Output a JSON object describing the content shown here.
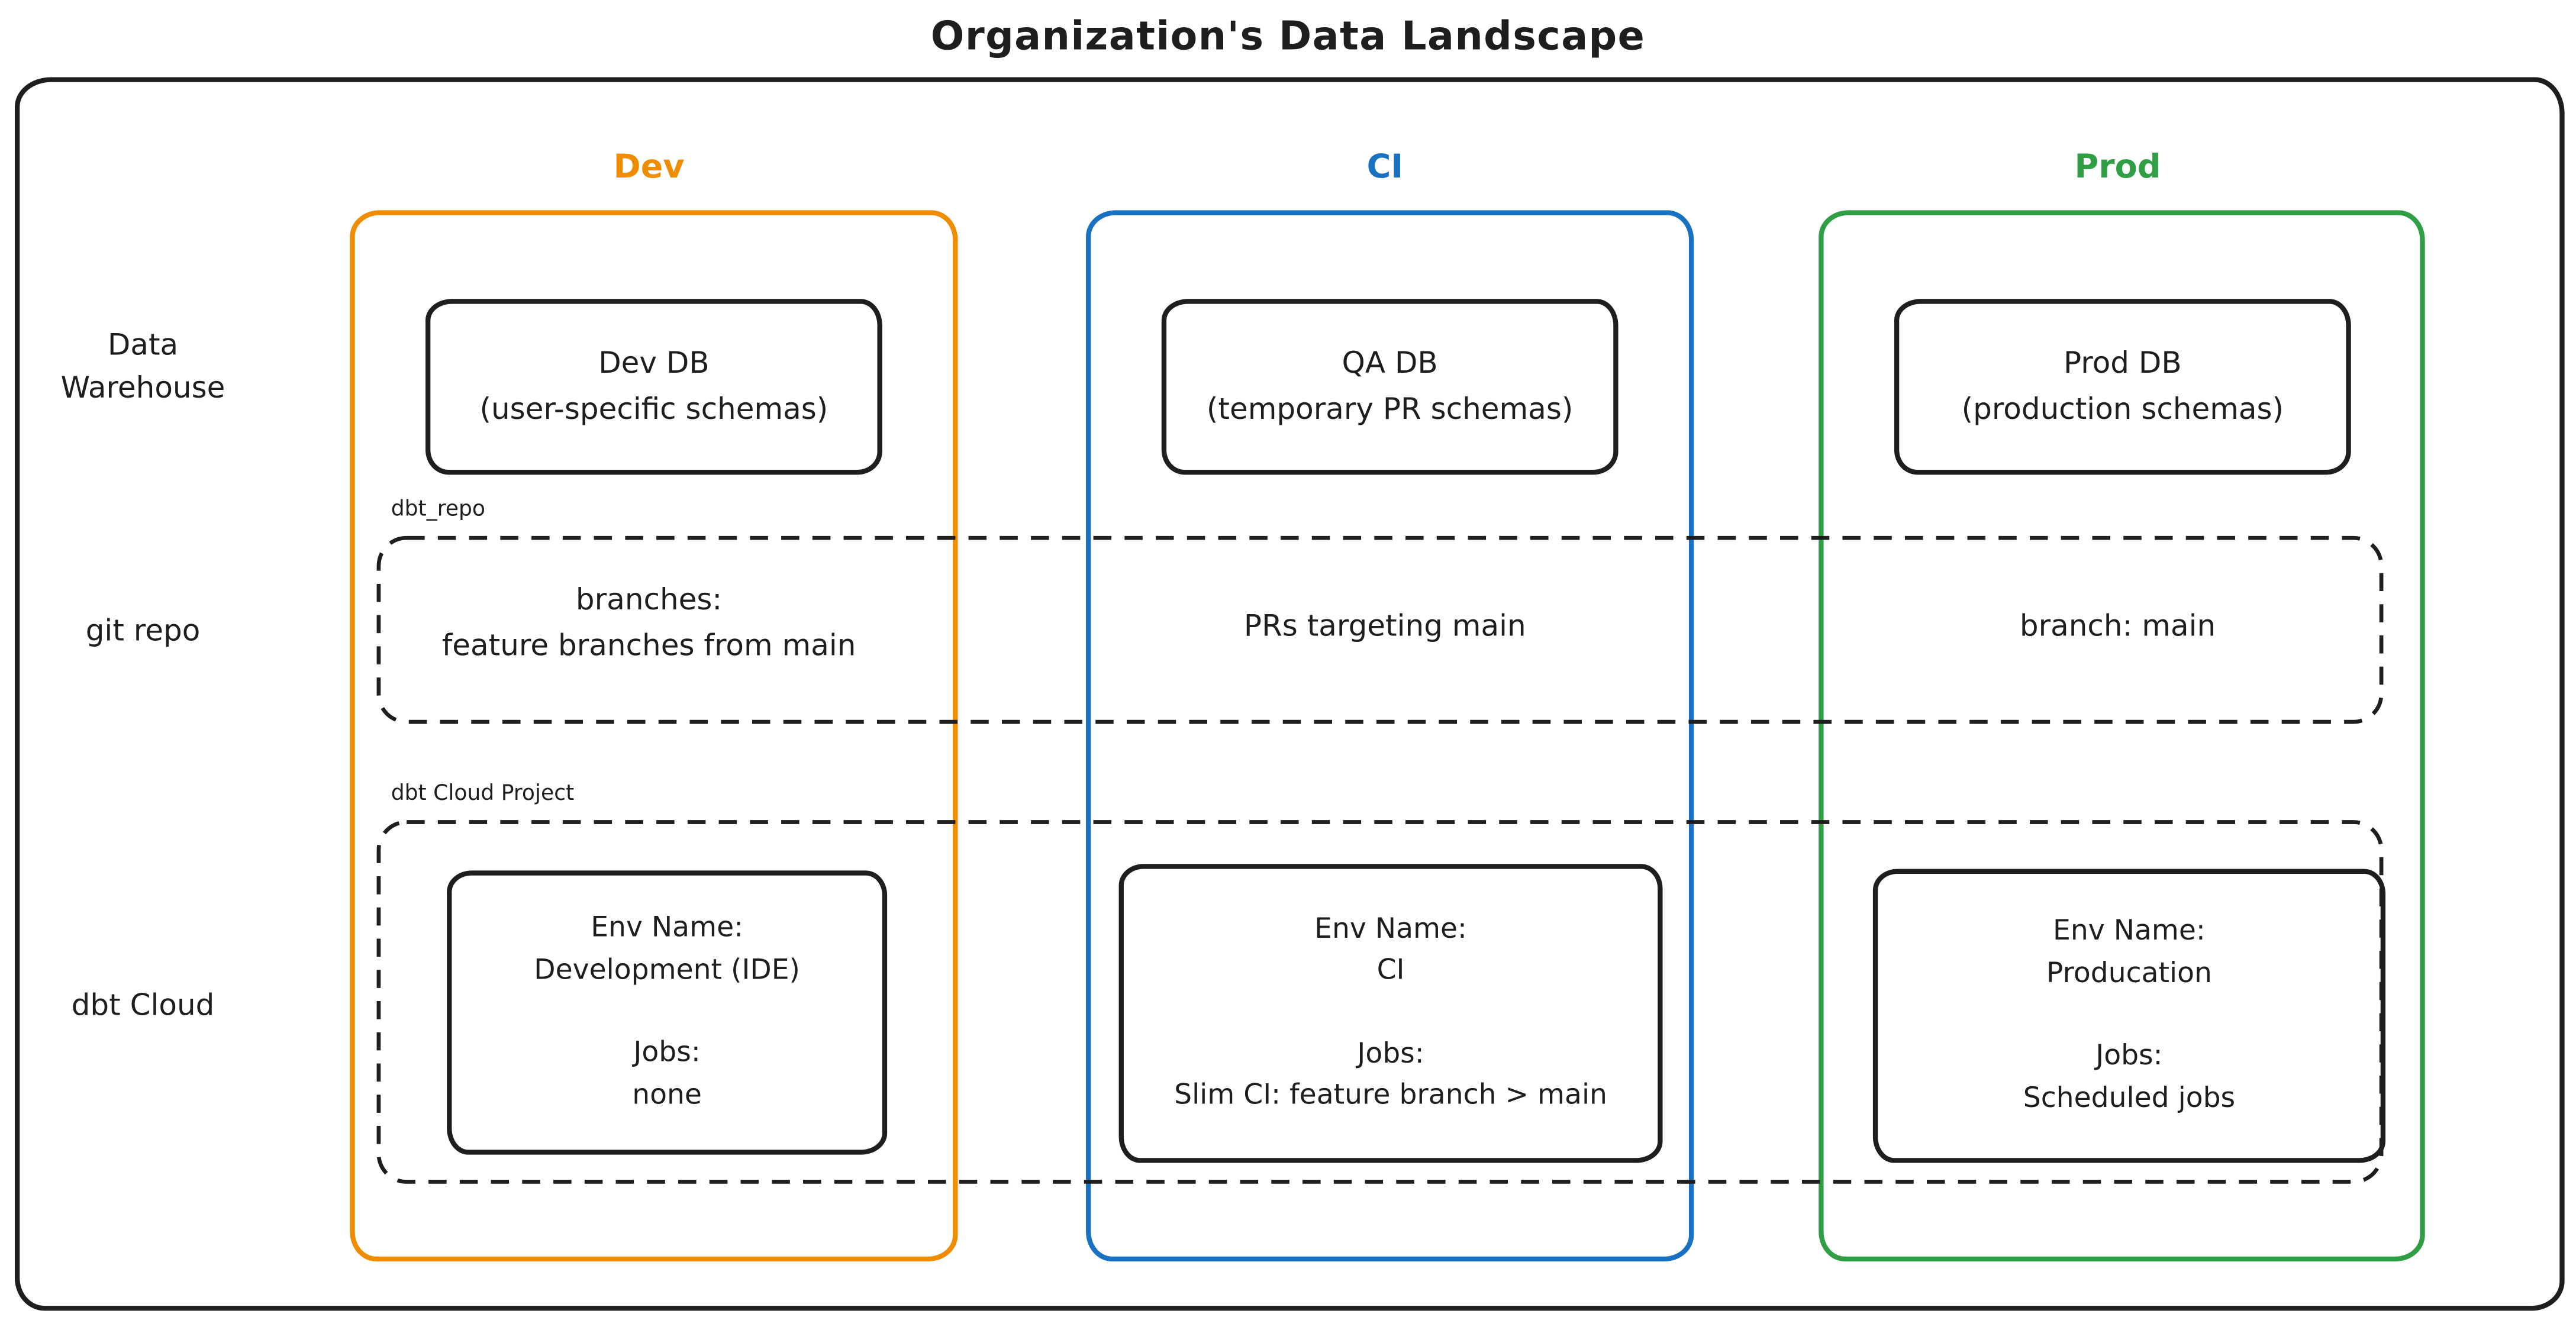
{
  "title": "Organization's Data Landscape",
  "row_labels": {
    "data_warehouse": "Data\nWarehouse",
    "git_repo": "git repo",
    "dbt_cloud": "dbt Cloud"
  },
  "bands": {
    "git_repo_label": "dbt_repo",
    "dbt_cloud_label": "dbt Cloud Project"
  },
  "colors": {
    "stroke": "#1e1e1e",
    "dev": "#f08c00",
    "ci": "#1971c2",
    "prod": "#2f9e44",
    "background": "#ffffff"
  },
  "columns": {
    "dev": {
      "header": "Dev",
      "db": "Dev DB\n(user-specific schemas)",
      "git": "branches:\nfeature branches from main",
      "cloud": {
        "env_label": "Env Name:",
        "env_name": "Development (IDE)",
        "jobs_label": "Jobs:",
        "jobs": "none"
      }
    },
    "ci": {
      "header": "CI",
      "db": "QA DB\n(temporary PR schemas)",
      "git": "PRs targeting main",
      "cloud": {
        "env_label": "Env Name:",
        "env_name": "CI",
        "jobs_label": "Jobs:",
        "jobs": "Slim CI: feature branch > main"
      }
    },
    "prod": {
      "header": "Prod",
      "db": "Prod DB\n(production schemas)",
      "git": "branch: main",
      "cloud": {
        "env_label": "Env Name:",
        "env_name": "Producation",
        "jobs_label": "Jobs:",
        "jobs": "Scheduled jobs"
      }
    }
  }
}
